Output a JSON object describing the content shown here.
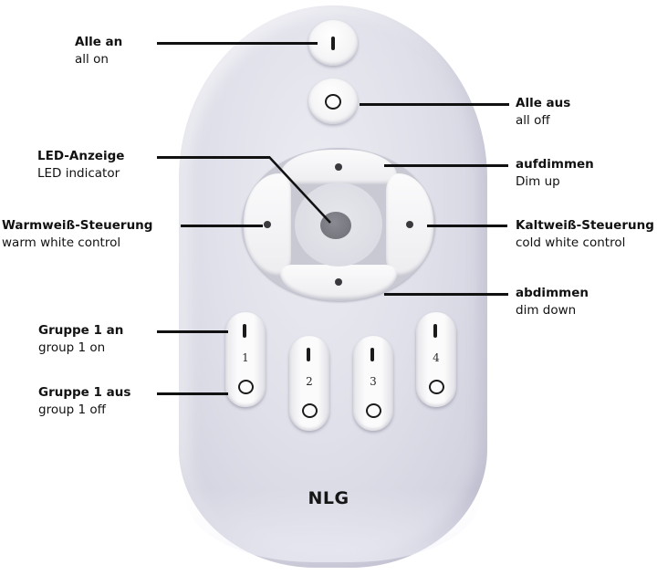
{
  "remote": {
    "brand": "NLG",
    "buttons": {
      "all_on": {
        "glyph": "on-bar-icon"
      },
      "all_off": {
        "glyph": "off-ring-icon"
      },
      "dpad": {
        "up": "dim-up",
        "down": "dim-down",
        "left": "warm-white",
        "right": "cold-white",
        "center": "led-indicator"
      },
      "groups": [
        {
          "number": "1"
        },
        {
          "number": "2"
        },
        {
          "number": "3"
        },
        {
          "number": "4"
        }
      ]
    }
  },
  "callouts": {
    "all_on": {
      "de": "Alle an",
      "en": "all on"
    },
    "all_off": {
      "de": "Alle aus",
      "en": "all off"
    },
    "led": {
      "de": "LED-Anzeige",
      "en": "LED indicator"
    },
    "dim_up": {
      "de": "aufdimmen",
      "en": "Dim up"
    },
    "warm": {
      "de": "Warmweiß-Steuerung",
      "en": "warm white control"
    },
    "cold": {
      "de": "Kaltweiß-Steuerung",
      "en": "cold white control"
    },
    "dim_down": {
      "de": "abdimmen",
      "en": "dim down"
    },
    "group1_on": {
      "de": "Gruppe 1 an",
      "en": "group 1 on"
    },
    "group1_off": {
      "de": "Gruppe 1 aus",
      "en": "group 1 off"
    }
  },
  "colors": {
    "remote_body": "#e0e0ea",
    "button_face": "#f8f8fa",
    "glyph": "#1b1b1b",
    "led": "#7a7a82",
    "callout_line": "#111111"
  }
}
